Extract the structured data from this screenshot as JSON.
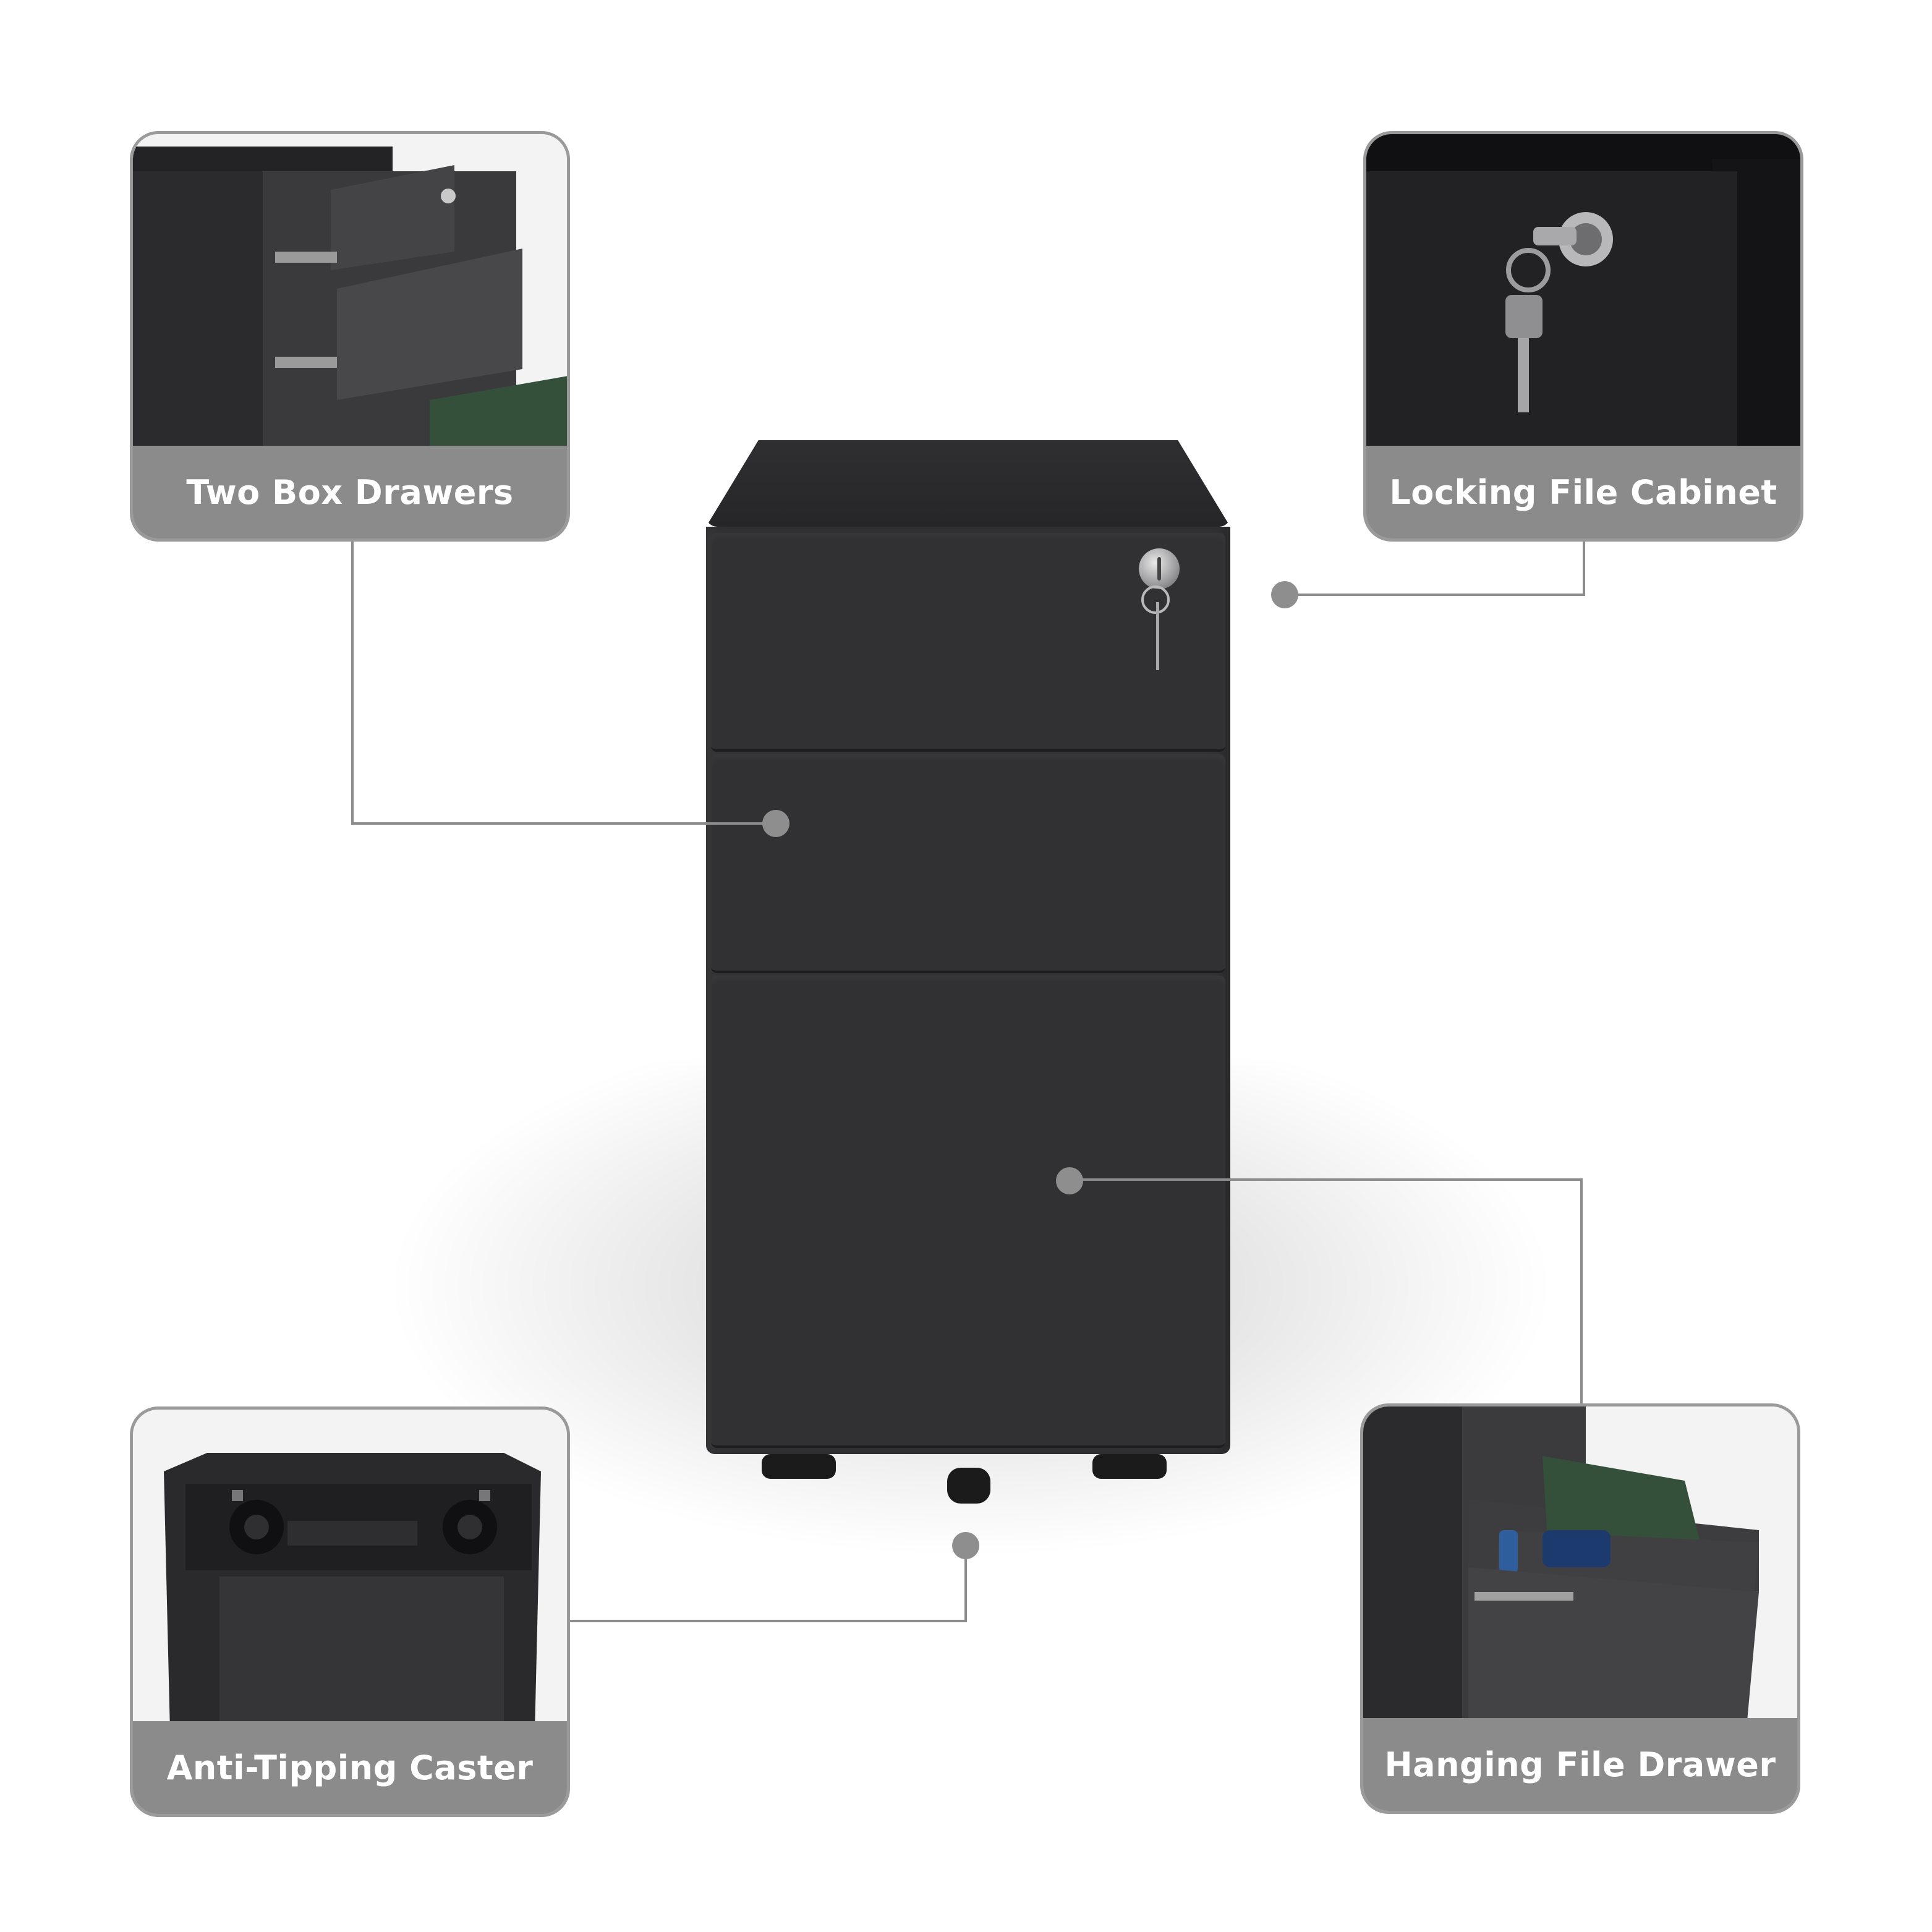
{
  "callouts": [
    {
      "label": "Two Box Drawers",
      "icon": "box-drawers-photo"
    },
    {
      "label": "Locking File Cabinet",
      "icon": "lock-and-key-photo"
    },
    {
      "label": "Anti-Tipping Caster",
      "icon": "caster-wheels-photo"
    },
    {
      "label": "Hanging File Drawer",
      "icon": "file-drawer-photo"
    }
  ],
  "colors": {
    "cabinet": "#333335",
    "label_band": "#8b8b8b",
    "card_border": "#9a9a9a",
    "leader_line": "#8c8c8c",
    "label_text": "#ffffff"
  }
}
